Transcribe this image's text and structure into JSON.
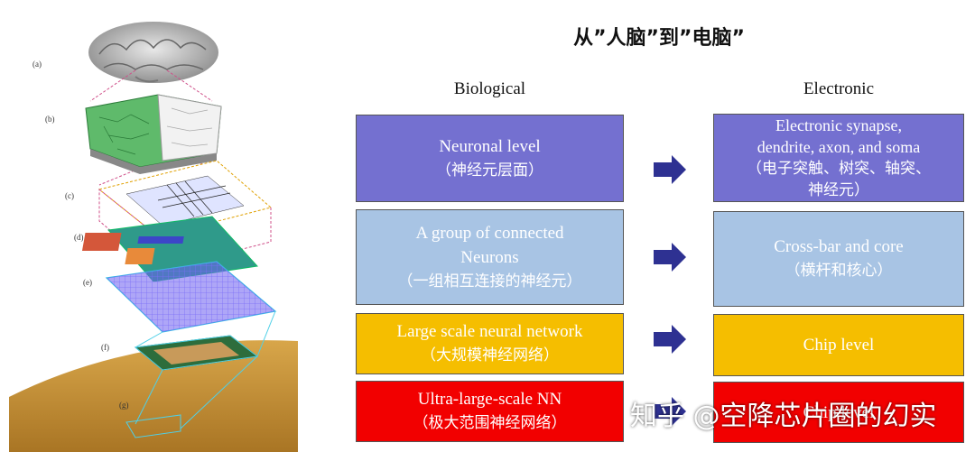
{
  "title": "从”人脑”到”电脑”",
  "columns": {
    "left": "Biological",
    "right": "Electronic"
  },
  "figure_labels": [
    "(a)",
    "(b)",
    "(c)",
    "(d)",
    "(e)",
    "(f)",
    "(g)"
  ],
  "rows": [
    {
      "left_en": "Neuronal level",
      "left_zh": "（神经元层面）",
      "right_en1": "Electronic synapse,",
      "right_en2": "dendrite, axon, and soma",
      "right_zh1": "（电子突触、树突、轴突、",
      "right_zh2": "神经元）",
      "color_left": "#7470d0",
      "color_right": "#7470d0"
    },
    {
      "left_en1": "A group of connected",
      "left_en2": "Neurons",
      "left_zh": "（一组相互连接的神经元）",
      "right_en": "Cross-bar and core",
      "right_zh": "（横杆和核心）",
      "color_left": "#a8c4e4",
      "color_right": "#a8c4e4"
    },
    {
      "left_en": "Large scale neural network",
      "left_zh": "（大规模神经网络）",
      "right_en": "Chip level",
      "color_left": "#f5be00",
      "color_right": "#f5be00"
    },
    {
      "left_en": "Ultra-large-scale NN",
      "left_zh": "（极大范围神经网络）",
      "right_en": "Chip level",
      "color_left": "#f20000",
      "color_right": "#f20000"
    }
  ],
  "arrow_color": "#2e3192",
  "watermark": "知乎 @空降芯片圈的幻实"
}
